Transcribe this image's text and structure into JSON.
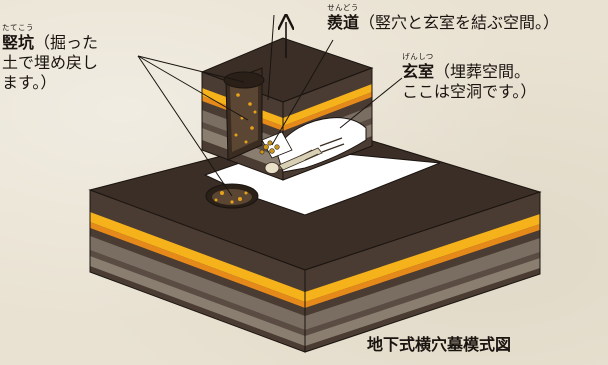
{
  "labels": {
    "tatekou": {
      "term": "竪坑",
      "ruby": "たてこう",
      "desc_line1": "（掘った",
      "desc_line2": "土で埋め戻し",
      "desc_line3": "ます。）"
    },
    "sendou": {
      "term": "羨道",
      "ruby": "せんどう",
      "desc": "（竪穴と玄室を結ぶ空間。）"
    },
    "genshitsu": {
      "term": "玄室",
      "ruby": "げんしつ",
      "desc_line1": "（埋葬空間。",
      "desc_line2": "ここは空洞です。）"
    }
  },
  "figure_title": "地下式横穴墓模式図",
  "colors": {
    "soil_top": "#3b2e26",
    "layer_yellow": "#f5b21b",
    "layer_orange": "#e58a1a",
    "layer_gray": "#7a6e62",
    "layer_dark": "#4a3c32",
    "cavity": "#ffffff"
  }
}
